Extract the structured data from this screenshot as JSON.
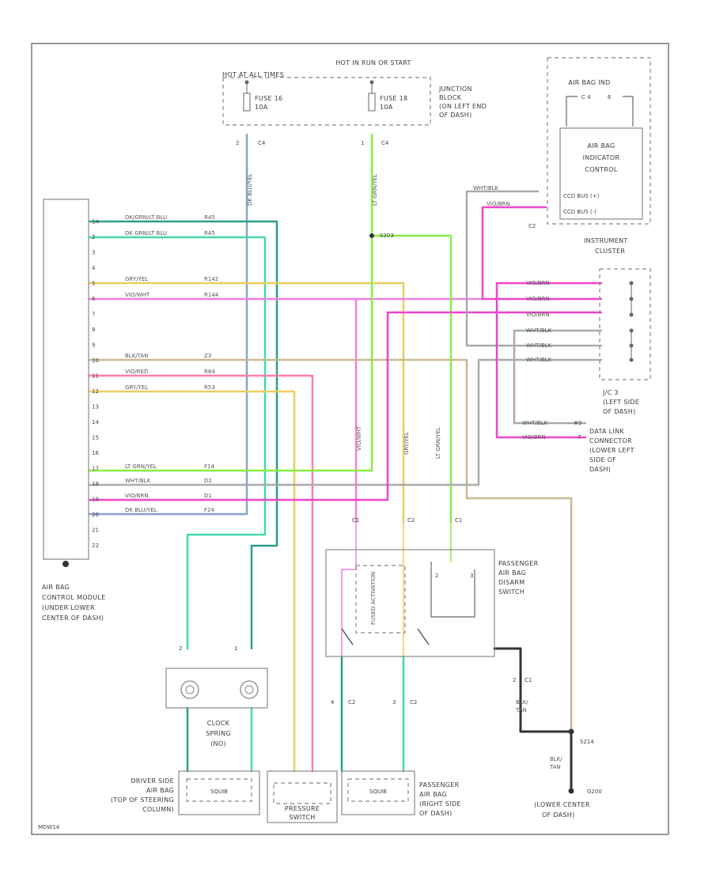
{
  "colors": {
    "dk_grn_lt_blu": "#2a9f8c",
    "dk_grn_yel": "#44d8b0",
    "gry_yel": "#e8cf5c",
    "vio_wht": "#f080e0",
    "blk_tan": "#c8b890",
    "vio_red": "#ff7fa0",
    "lt_grn_yel": "#88ee44",
    "wht_blk": "#aaaaaa",
    "vio_brn": "#ee44cc",
    "dk_blu_yel": "#8aa0d0",
    "ground": "#333333"
  },
  "fuse_box": {
    "top_label": "HOT IN RUN OR START",
    "left_label": "HOT AT ALL TIMES",
    "fuse_left": "FUSE 16",
    "fuse_left_amp": "10A",
    "fuse_right": "FUSE 18",
    "fuse_right_amp": "10A",
    "location": [
      "JUNCTION",
      "BLOCK",
      "(ON LEFT END",
      "OF DASH)"
    ],
    "pin_left": "2",
    "pin_right": "1",
    "conn_left": "C4",
    "conn_right": "C4"
  },
  "splices": {
    "top": "S203",
    "ground": "S214"
  },
  "airbag_ind": {
    "title": "AIR BAG IND",
    "pin_a": "C 4",
    "pin_b": "6",
    "module": [
      "AIR BAG",
      "INDICATOR",
      "CONTROL"
    ],
    "bus_pos": "CCD BUS (+)",
    "bus_neg": "CCD BUS (-)",
    "connector": "C2",
    "wire_a": "WHT/BLK",
    "wire_b": "VIO/BRN"
  },
  "cluster": {
    "title": [
      "INSTRUMENT",
      "CLUSTER"
    ],
    "wire_labels": [
      "VIO/BRN",
      "VIO/BRN",
      "VIO/BRN",
      "WHT/BLK",
      "WHT/BLK",
      "WHT/BLK"
    ],
    "junction": [
      "J/C 3",
      "(LEFT SIDE",
      "OF DASH)"
    ]
  },
  "datalink": {
    "label": [
      "DATA LINK",
      "CONNECTOR",
      "(LOWER LEFT",
      "SIDE OF",
      "DASH)"
    ],
    "wire_a": "WHT/BLK",
    "wire_b": "VIO/BRN",
    "pin_a": "#3",
    "pin_b": "7"
  },
  "module": {
    "label": [
      "AIR BAG",
      "CONTROL MODULE",
      "(UNDER LOWER",
      "CENTER OF DASH)"
    ],
    "pins": [
      "1A",
      "2",
      "3",
      "4",
      "5",
      "6",
      "7",
      "8",
      "9",
      "10",
      "11",
      "12",
      "13",
      "14",
      "15",
      "16",
      "17",
      "18",
      "19",
      "20",
      "21",
      "22"
    ],
    "wires": [
      {
        "name": "DK/GRN/LT BLU",
        "circuit": "R45"
      },
      {
        "name": "DK GRN/LT BLU",
        "circuit": "R45"
      },
      {
        "name": "GRY/YEL",
        "circuit": "R142"
      },
      {
        "name": "VIO/WHT",
        "circuit": "R144"
      },
      {
        "name": "BLK/TAN",
        "circuit": "Z3"
      },
      {
        "name": "VIO/RED",
        "circuit": "R84"
      },
      {
        "name": "GRY/YEL",
        "circuit": "R53"
      },
      {
        "name": "LT GRN/YEL",
        "circuit": "F14"
      },
      {
        "name": "WHT/BLK",
        "circuit": "D2"
      },
      {
        "name": "VIO/BRN",
        "circuit": "D1"
      },
      {
        "name": "DK BLU/YEL",
        "circuit": "F24"
      }
    ]
  },
  "vertical_labels": {
    "fuse_left_wire": "DK BLU/YEL",
    "fuse_right_wire": "LT GRN/YEL",
    "vio_wht": "VIO/WHT",
    "gry_yel": "GRY/YEL",
    "lt_grn": "LT GRN/YEL"
  },
  "switch": {
    "label": [
      "PASSENGER",
      "AIR BAG",
      "DISARM",
      "SWITCH"
    ],
    "inner": "FUSED ACTIVATION",
    "pin_labels": [
      "C1",
      "C2",
      "C1"
    ],
    "pin2": "2",
    "pin3": "3",
    "out_pin": "2",
    "out_conn": "C1",
    "c2_pin_a": "4",
    "c2_conn_a": "C2",
    "c2_pin_b": "3",
    "c2_conn_b": "C2"
  },
  "clock": {
    "label": [
      "CLOCK",
      "SPRING",
      "(NO)"
    ],
    "pin_a": "2",
    "pin_b": "1"
  },
  "ground_wire": [
    "BLK/",
    "TAN"
  ],
  "ground_wire2": [
    "BLK/",
    "TAN"
  ],
  "ground": {
    "id": "G200",
    "label": [
      "(LOWER CENTER",
      "OF DASH)"
    ]
  },
  "driver_airbag": {
    "label": [
      "DRIVER SIDE",
      "AIR BAG",
      "(TOP OF STEERING",
      "COLUMN)"
    ],
    "inner": "SQUIB"
  },
  "pressure_switch": {
    "label": [
      "PRESSURE",
      "SWITCH"
    ]
  },
  "passenger_airbag": {
    "label": [
      "PASSENGER",
      "AIR BAG",
      "(RIGHT SIDE",
      "OF DASH)"
    ],
    "inner": "SQUIB"
  },
  "footer": "MDW14"
}
